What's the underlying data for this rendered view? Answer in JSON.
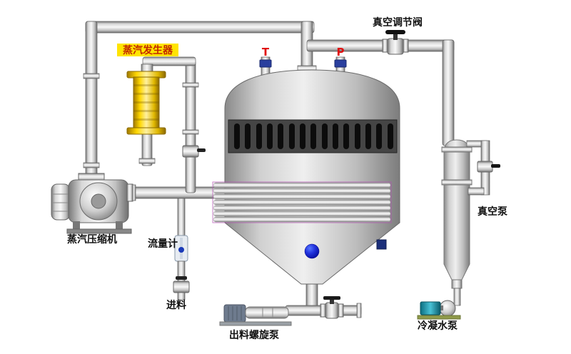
{
  "labels": {
    "steam_generator": "蒸汽发生器",
    "vacuum_regulating_valve": "真空调节阀",
    "temperature_sensor": "T",
    "pressure_sensor": "P",
    "steam_compressor": "蒸汽压缩机",
    "flow_meter": "流量计",
    "feed_inlet": "进料",
    "discharge_screw_pump": "出料螺旋泵",
    "condensate_pump": "冷凝水泵",
    "vacuum_pump": "真空泵"
  },
  "colors": {
    "steam_generator_label_bg": "#ffe400",
    "steam_generator_label_text": "#c22800",
    "sensor_label_text": "#e01010",
    "diagram_label_text": "#111111",
    "steam_generator_body": "#f0c419",
    "sight_ball_blue": "#1622c4",
    "condensate_motor_teal": "#35a8c0",
    "tube_bundle_edge": "#b44fb4"
  }
}
